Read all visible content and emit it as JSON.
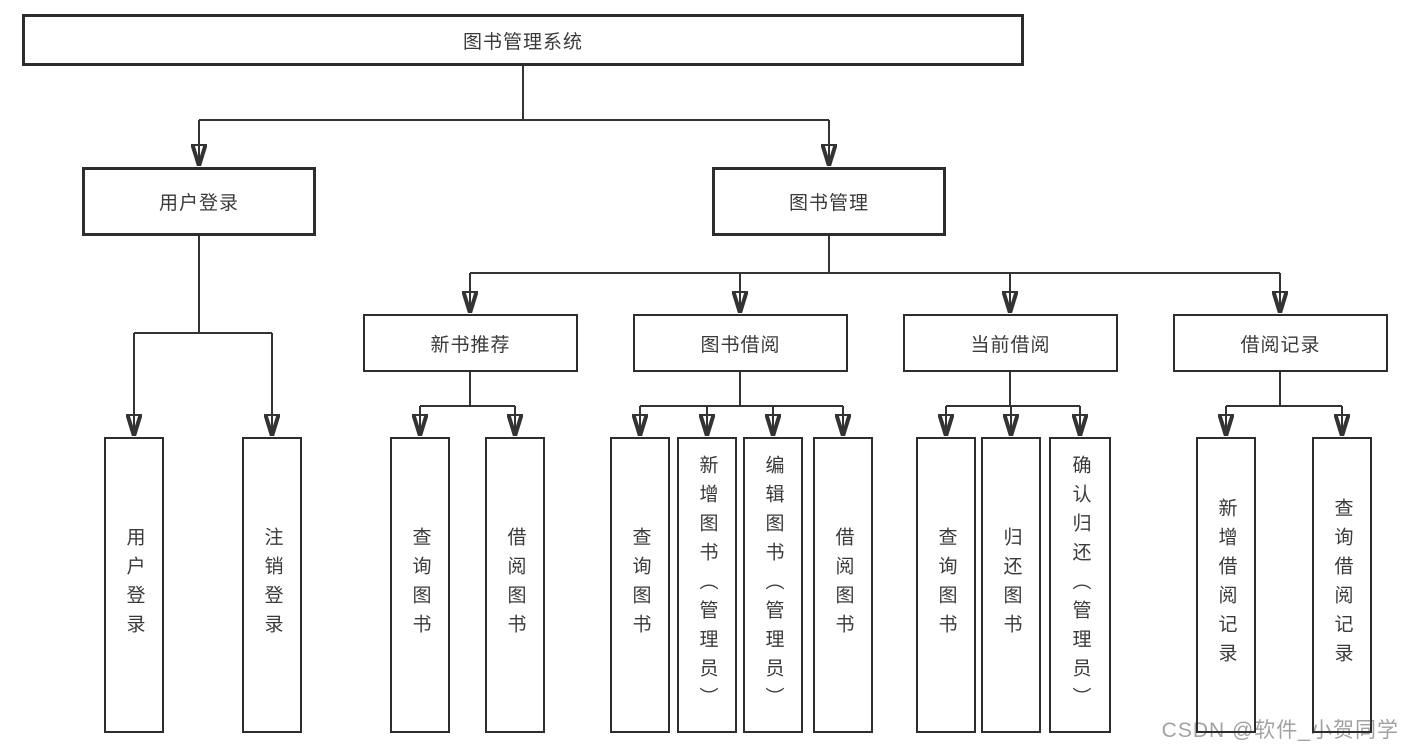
{
  "diagram": {
    "title": "图书管理系统",
    "level2": [
      {
        "label": "用户登录",
        "leaves": [
          "用户登录",
          "注销登录"
        ]
      },
      {
        "label": "图书管理"
      }
    ],
    "level3": [
      {
        "label": "新书推荐",
        "leaves": [
          "查询图书",
          "借阅图书"
        ]
      },
      {
        "label": "图书借阅",
        "leaves": [
          "查询图书",
          "新增图书（管理员）",
          "编辑图书（管理员）",
          "借阅图书"
        ]
      },
      {
        "label": "当前借阅",
        "leaves": [
          "查询图书",
          "归还图书",
          "确认归还（管理员）"
        ]
      },
      {
        "label": "借阅记录",
        "leaves": [
          "新增借阅记录",
          "查询借阅记录"
        ]
      }
    ]
  },
  "watermark": {
    "text": "CSDN @软件_小贺同学"
  },
  "colors": {
    "line": "#333333",
    "box_border": "#2d2d2d",
    "text": "#3a3a3a",
    "watermark": "#a2a2a2",
    "background": "#ffffff"
  }
}
